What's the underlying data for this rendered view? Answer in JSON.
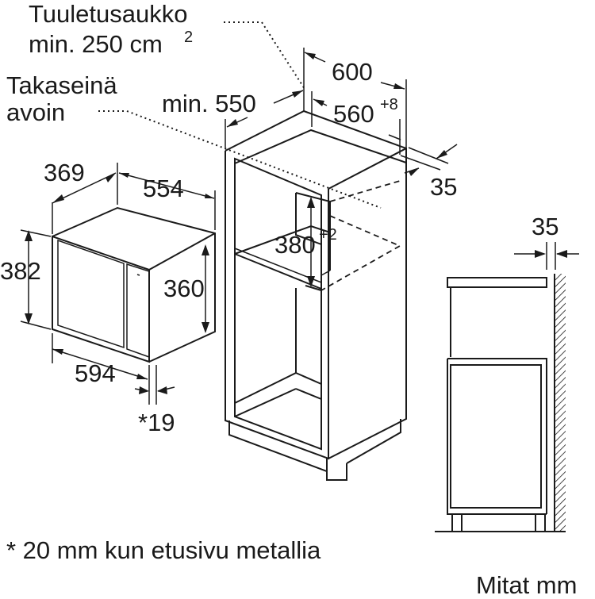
{
  "labels": {
    "vent_title": "Tuuletusaukko",
    "vent_area": "min. 250 cm",
    "vent_area_sup": "2",
    "back_wall_1": "Takaseinä",
    "back_wall_2": "avoin",
    "dim_600": "600",
    "dim_min550": "min. 550",
    "dim_560": "560",
    "dim_560_sup": "+8",
    "dim_35_top": "35",
    "dim_369": "369",
    "dim_554": "554",
    "dim_382": "382",
    "dim_360": "360",
    "dim_380": "380",
    "dim_380_sup": "+2",
    "dim_594": "594",
    "dim_19": "*19",
    "dim_35_side": "35",
    "footnote": "* 20 mm kun etusivu metallia",
    "units": "Mitat mm"
  }
}
